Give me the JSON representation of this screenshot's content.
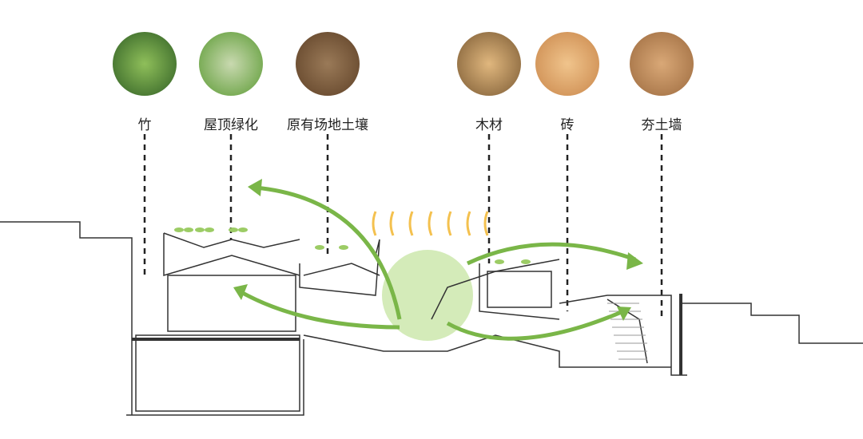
{
  "materials": [
    {
      "label": "竹",
      "icon": "bamboo-photo",
      "color": "#4f8a3a"
    },
    {
      "label": "屋顶绿化",
      "icon": "green-roof-photo",
      "color": "#7cb350"
    },
    {
      "label": "原有场地土壤",
      "icon": "soil-photo",
      "color": "#7a5a3c"
    },
    {
      "label": "木材",
      "icon": "timber-logs-photo",
      "color": "#b98a55"
    },
    {
      "label": "砖",
      "icon": "brick-photo",
      "color": "#d7a068"
    },
    {
      "label": "夯土墙",
      "icon": "rammed-earth-photo",
      "color": "#b07a4a"
    }
  ],
  "colors": {
    "arrow": "#7ab648",
    "heat": "#f4c14f",
    "glow": "#c9e6a8",
    "line": "#333333"
  }
}
